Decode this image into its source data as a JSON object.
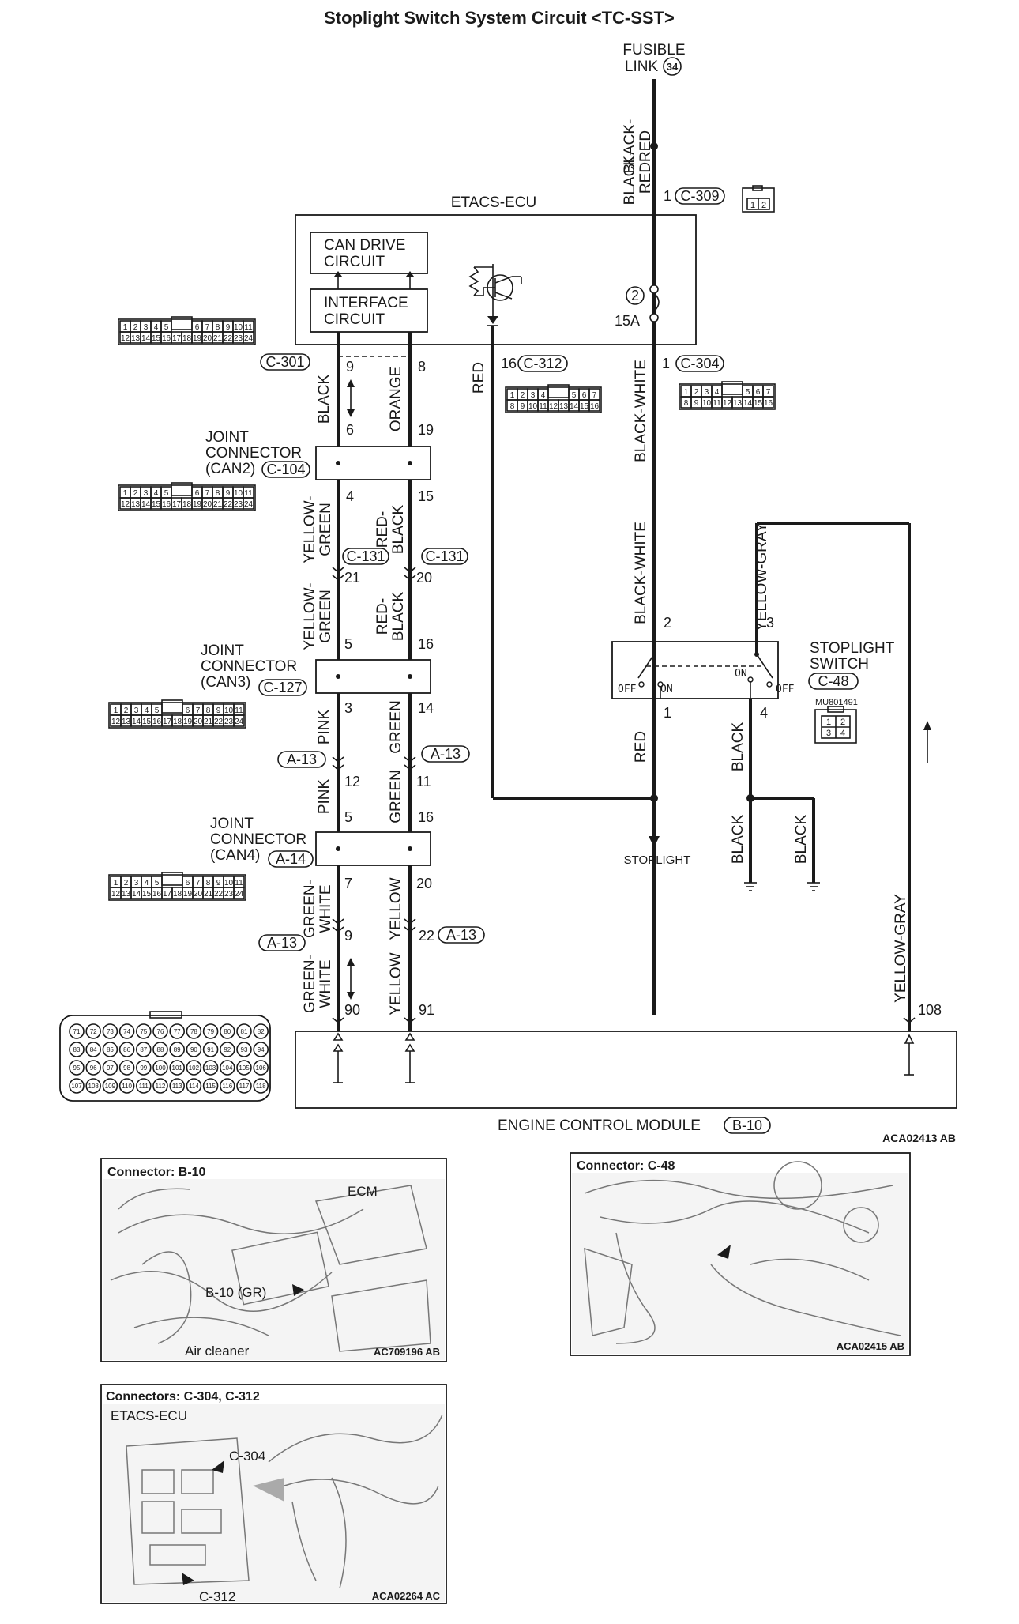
{
  "title": "Stoplight Switch System Circuit <TC-SST>",
  "fusible_link": {
    "line1": "FUSIBLE",
    "line2": "LINK",
    "number": "34"
  },
  "etacs": {
    "label": "ETACS-ECU",
    "can_drive": [
      "CAN DRIVE",
      "CIRCUIT"
    ],
    "interface": [
      "INTERFACE",
      "CIRCUIT"
    ],
    "fuse_num": "2",
    "fuse_amp": "15A"
  },
  "connectors": {
    "c309": "C-309",
    "c301": "C-301",
    "c312": "C-312",
    "c304": "C-304",
    "c104": "C-104",
    "c131": "C-131",
    "c127": "C-127",
    "a13": "A-13",
    "a14": "A-14",
    "c48": "C-48",
    "b10": "B-10"
  },
  "joints": {
    "can2": [
      "JOINT",
      "CONNECTOR",
      "(CAN2)"
    ],
    "can3": [
      "JOINT",
      "CONNECTOR",
      "(CAN3)"
    ],
    "can4": [
      "JOINT",
      "CONNECTOR",
      "(CAN4)"
    ]
  },
  "wires": {
    "black_red": [
      "BLACK-",
      "RED"
    ],
    "black": "BLACK",
    "orange": "ORANGE",
    "red": "RED",
    "black_white": "BLACK-WHITE",
    "yellow_green": [
      "YELLOW-",
      "GREEN"
    ],
    "red_black": [
      "RED-",
      "BLACK"
    ],
    "pink": "PINK",
    "green": "GREEN",
    "green_white": [
      "GREEN-",
      "WHITE"
    ],
    "yellow": "YELLOW",
    "yellow_gray": "YELLOW-GRAY"
  },
  "pins": {
    "p1": "1",
    "p2": "2",
    "p3": "3",
    "p4": "4",
    "p5": "5",
    "p6": "6",
    "p7": "7",
    "p8": "8",
    "p9": "9",
    "p11": "11",
    "p12": "12",
    "p14": "14",
    "p15": "15",
    "p16": "16",
    "p19": "19",
    "p20": "20",
    "p21": "21",
    "p22": "22",
    "p90": "90",
    "p91": "91",
    "p108": "108"
  },
  "switch": {
    "label": [
      "STOPLIGHT",
      "SWITCH"
    ],
    "off": "OFF",
    "on": "ON",
    "part": "MU801491"
  },
  "stoplight": "STOPLIGHT",
  "ecm": {
    "label": "ENGINE CONTROL MODULE",
    "code": "ACA02413 AB"
  },
  "conn_pin_grid": {
    "row1": [
      "1",
      "2",
      "3",
      "4",
      "5",
      "6",
      "7",
      "8",
      "9",
      "10",
      "11"
    ],
    "row2": [
      "12",
      "13",
      "14",
      "15",
      "16",
      "17",
      "18",
      "19",
      "20",
      "21",
      "22",
      "23",
      "24"
    ],
    "c312_row1": [
      "1",
      "2",
      "3",
      "4",
      "5",
      "6",
      "7"
    ],
    "c312_row2": [
      "8",
      "9",
      "10",
      "11",
      "12",
      "13",
      "14",
      "15",
      "16"
    ],
    "c48_row1": [
      "1",
      "2"
    ],
    "c48_row2": [
      "3",
      "4"
    ],
    "c309": [
      "1",
      "2"
    ],
    "ecm_rows": [
      [
        "71",
        "72",
        "73",
        "74",
        "75",
        "76",
        "77",
        "78",
        "79",
        "80",
        "81",
        "82"
      ],
      [
        "83",
        "84",
        "85",
        "86",
        "87",
        "88",
        "89",
        "90",
        "91",
        "92",
        "93",
        "94"
      ],
      [
        "95",
        "96",
        "97",
        "98",
        "99",
        "100",
        "101",
        "102",
        "103",
        "104",
        "105",
        "106"
      ],
      [
        "107",
        "108",
        "109",
        "110",
        "111",
        "112",
        "113",
        "114",
        "115",
        "116",
        "117",
        "118"
      ]
    ]
  },
  "photos": {
    "b10": {
      "title": "Connector: B-10",
      "ecm": "ECM",
      "conn": "B-10 (GR)",
      "air": "Air cleaner",
      "code": "AC709196 AB"
    },
    "c48": {
      "title": "Connector: C-48",
      "code": "ACA02415 AB"
    },
    "c304": {
      "title": "Connectors: C-304, C-312",
      "ecu": "ETACS-ECU",
      "c304": "C-304",
      "c312": "C-312",
      "code": "ACA02264 AC"
    }
  }
}
